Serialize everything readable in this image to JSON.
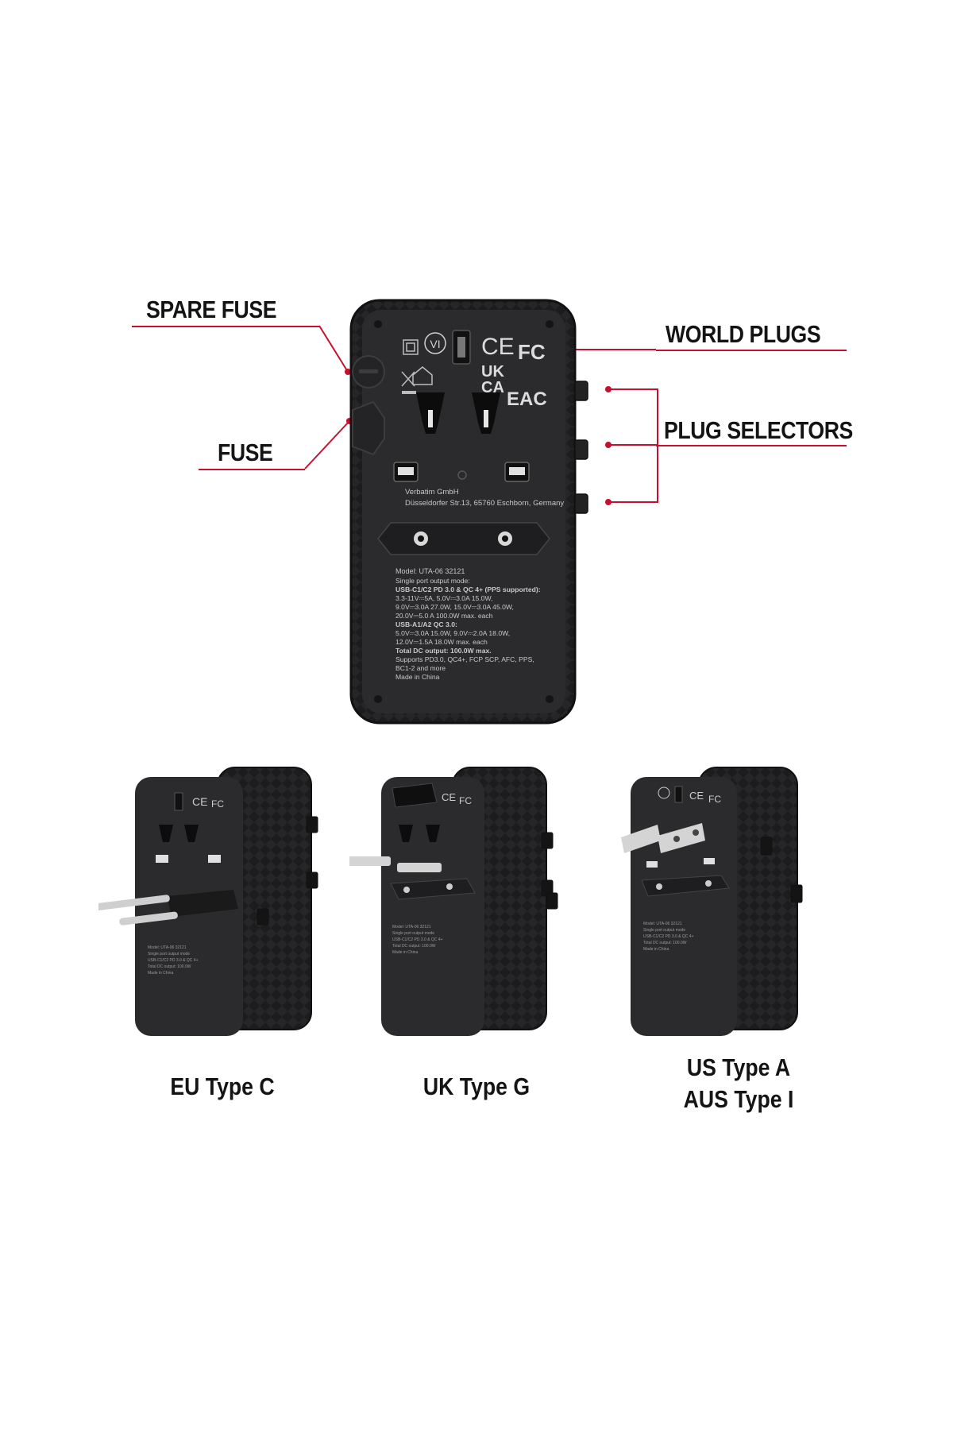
{
  "callouts": {
    "spare_fuse": "SPARE FUSE",
    "fuse": "FUSE",
    "world_plugs": "WORLD PLUGS",
    "plug_selectors": "PLUG SELECTORS"
  },
  "device": {
    "maker": "Verbatim GmbH",
    "address": "Düsseldorfer Str.13, 65760 Eschborn, Germany",
    "model": "Model: UTA-06 32121",
    "spec_lines": [
      "Single port output mode:",
      "USB-C1/C2 PD 3.0 & QC 4+ (PPS supported):",
      "3.3-11V⎓5A, 5.0V⎓3.0A 15.0W,",
      "9.0V⎓3.0A 27.0W, 15.0V⎓3.0A 45.0W,",
      "20.0V⎓5.0 A 100.0W max. each",
      "USB-A1/A2 QC 3.0:",
      "5.0V⎓3.0A 15.0W, 9.0V⎓2.0A 18.0W,",
      "12.0V⎓1.5A 18.0W max. each",
      "Total DC output: 100.0W max.",
      "Supports PD3.0, QC4+, FCP SCP, AFC, PPS,",
      "BC1-2 and more",
      "Made in China"
    ],
    "marks": {
      "ce": "CE",
      "fc": "FC",
      "ukca_top": "UK",
      "ukca_bottom": "CA",
      "eac": "EAC",
      "vi": "VI"
    }
  },
  "captions": {
    "eu": "EU Type C",
    "uk": "UK Type G",
    "us_line1": "US Type A",
    "us_line2": "AUS Type I"
  },
  "colors": {
    "accent_line": "#c8102e",
    "device_body": "#2b2b2d",
    "text": "#141414"
  }
}
